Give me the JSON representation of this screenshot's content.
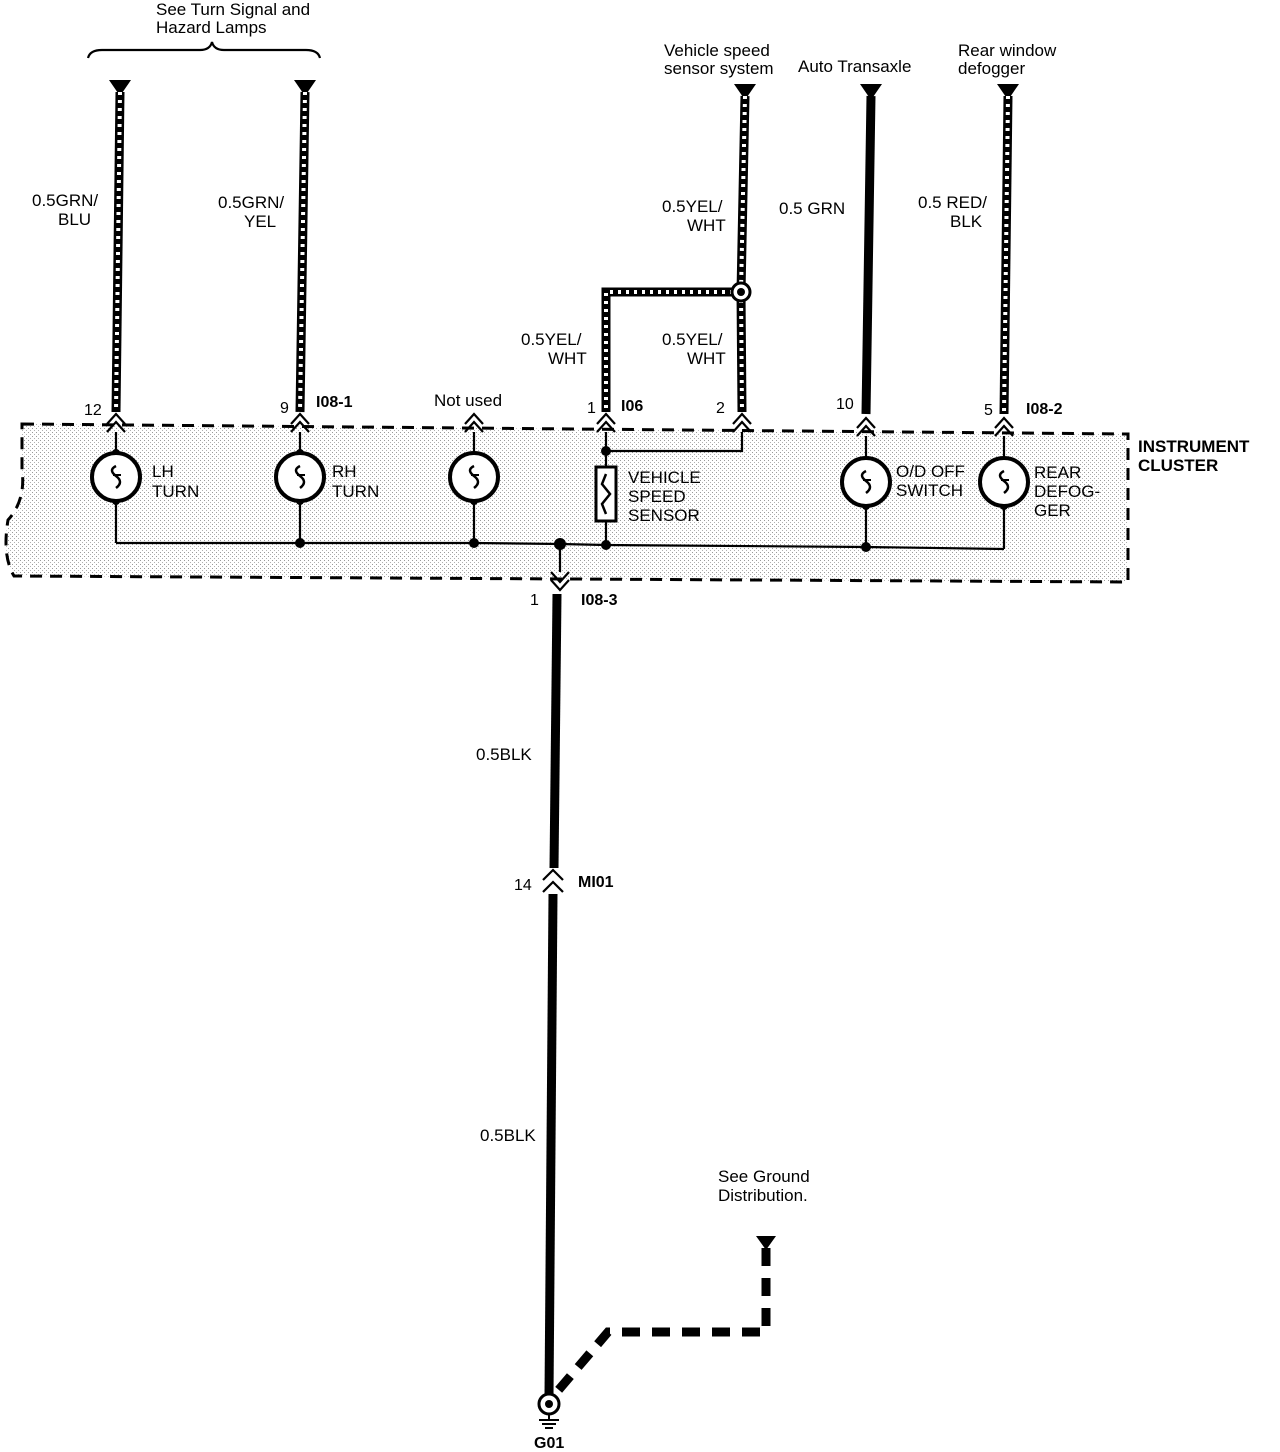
{
  "top_labels": {
    "turn_signal_line1": "See Turn Signal and",
    "turn_signal_line2": "Hazard Lamps",
    "vss_line1": "Vehicle speed",
    "vss_line2": "sensor system",
    "auto_transaxle": "Auto Transaxle",
    "rear_window_line1": "Rear window",
    "rear_window_line2": "defogger"
  },
  "wires": {
    "lh_color_line1": "0.5GRN/",
    "lh_color_line2": "BLU",
    "rh_color_line1": "0.5GRN/",
    "rh_color_line2": "YEL",
    "vss_upper_line1": "0.5YEL/",
    "vss_upper_line2": "WHT",
    "vss_left_line1": "0.5YEL/",
    "vss_left_line2": "WHT",
    "vss_right_line1": "0.5YEL/",
    "vss_right_line2": "WHT",
    "od_color": "0.5 GRN",
    "defog_line1": "0.5 RED/",
    "defog_line2": "BLK",
    "ground_upper": "0.5BLK",
    "ground_lower": "0.5BLK"
  },
  "pins": {
    "lh": "12",
    "rh": "9",
    "vss_left": "1",
    "vss_right": "2",
    "od": "10",
    "defog": "5",
    "ground_out": "1",
    "mi01": "14"
  },
  "connectors": {
    "i08_1": "I08-1",
    "i06": "I06",
    "i08_2": "I08-2",
    "i08_3": "I08-3",
    "mi01": "MI01"
  },
  "not_used": "Not used",
  "cluster": {
    "line1": "INSTRUMENT",
    "line2": "CLUSTER"
  },
  "components": {
    "lh_line1": "LH",
    "lh_line2": "TURN",
    "rh_line1": "RH",
    "rh_line2": "TURN",
    "vss_line1": "VEHICLE",
    "vss_line2": "SPEED",
    "vss_line3": "SENSOR",
    "od_line1": "O/D OFF",
    "od_line2": "SWITCH",
    "defog_line1": "REAR",
    "defog_line2": "DEFOG-",
    "defog_line3": "GER"
  },
  "ground": {
    "see_line1": "See Ground",
    "see_line2": "Distribution.",
    "name": "G01"
  }
}
